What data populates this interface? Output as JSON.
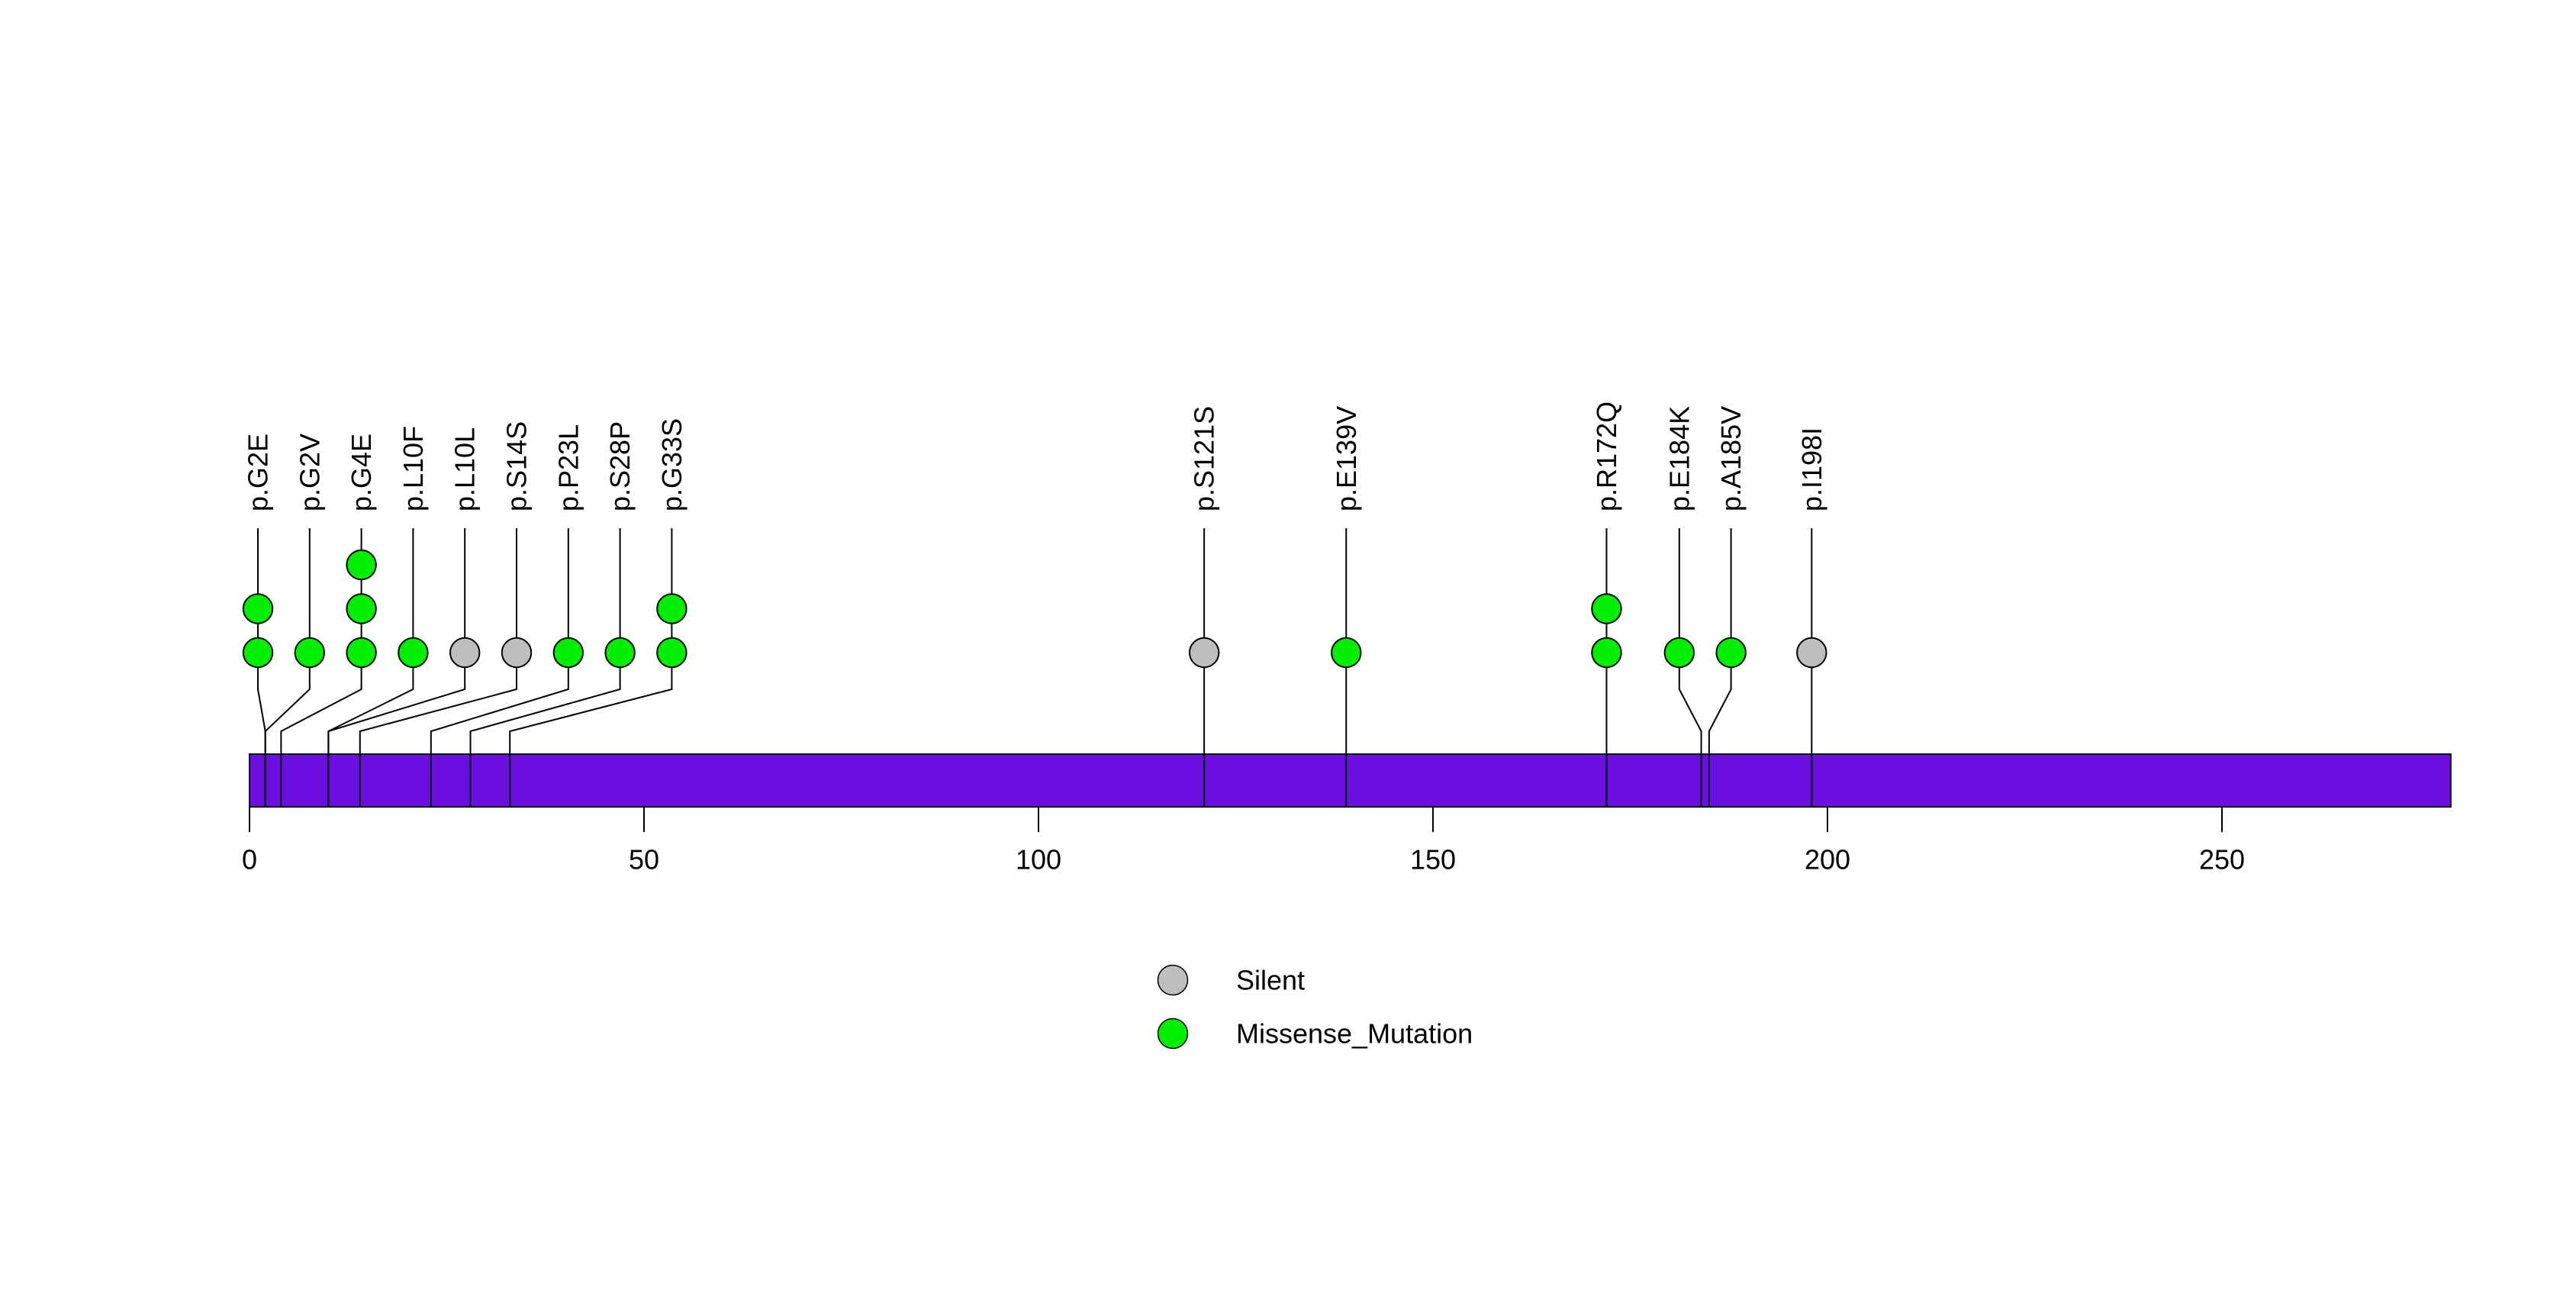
{
  "chart_data": {
    "type": "lollipop",
    "title": "",
    "xlabel": "",
    "ylabel": "",
    "axis": {
      "tick_values": [
        0,
        50,
        100,
        150,
        200,
        250
      ],
      "tick_labels": [
        "0",
        "50",
        "100",
        "150",
        "200",
        "250"
      ],
      "xlim": [
        0,
        279
      ],
      "grid": false
    },
    "protein_bar": {
      "start": 0,
      "end": 279,
      "color": "#6A0FE0",
      "border_color": "#000000"
    },
    "mutation_types": [
      {
        "name": "Silent",
        "color": "#BEBEBE"
      },
      {
        "name": "Missense_Mutation",
        "color": "#00EE00"
      }
    ],
    "mutations": [
      {
        "label": "p.G2E",
        "pos": 2,
        "count": 2,
        "type": "Missense_Mutation"
      },
      {
        "label": "p.G2V",
        "pos": 2,
        "count": 1,
        "type": "Missense_Mutation"
      },
      {
        "label": "p.G4E",
        "pos": 4,
        "count": 3,
        "type": "Missense_Mutation"
      },
      {
        "label": "p.L10F",
        "pos": 10,
        "count": 1,
        "type": "Missense_Mutation"
      },
      {
        "label": "p.L10L",
        "pos": 10,
        "count": 1,
        "type": "Silent"
      },
      {
        "label": "p.S14S",
        "pos": 14,
        "count": 1,
        "type": "Silent"
      },
      {
        "label": "p.P23L",
        "pos": 23,
        "count": 1,
        "type": "Missense_Mutation"
      },
      {
        "label": "p.S28P",
        "pos": 28,
        "count": 1,
        "type": "Missense_Mutation"
      },
      {
        "label": "p.G33S",
        "pos": 33,
        "count": 2,
        "type": "Missense_Mutation"
      },
      {
        "label": "p.S121S",
        "pos": 121,
        "count": 1,
        "type": "Silent"
      },
      {
        "label": "p.E139V",
        "pos": 139,
        "count": 1,
        "type": "Missense_Mutation"
      },
      {
        "label": "p.R172Q",
        "pos": 172,
        "count": 2,
        "type": "Missense_Mutation"
      },
      {
        "label": "p.E184K",
        "pos": 184,
        "count": 1,
        "type": "Missense_Mutation"
      },
      {
        "label": "p.A185V",
        "pos": 185,
        "count": 1,
        "type": "Missense_Mutation"
      },
      {
        "label": "p.I198I",
        "pos": 198,
        "count": 1,
        "type": "Silent"
      }
    ],
    "legend": {
      "position": "bottom-center",
      "items": [
        {
          "label": "Silent",
          "color": "#BEBEBE"
        },
        {
          "label": "Missense_Mutation",
          "color": "#00EE00"
        }
      ]
    }
  }
}
